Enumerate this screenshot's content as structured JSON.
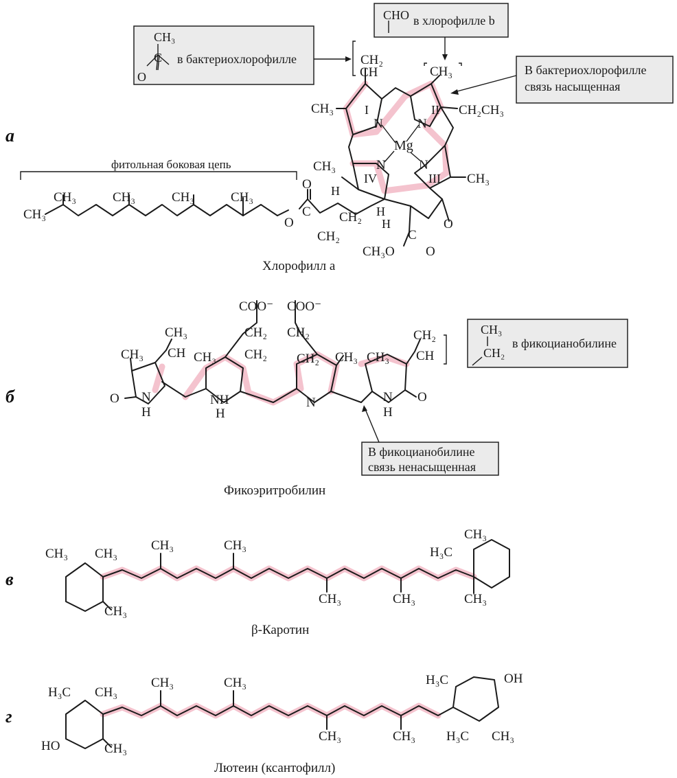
{
  "panels": {
    "a": "а",
    "b": "б",
    "v": "в",
    "g": "г"
  },
  "chlorophyll": {
    "title": "Хлорофилл a",
    "phytyl_label": "фитольная боковая цепь",
    "box_bacterio_acetyl": "в бактериохлорофилле",
    "box_cho_chem": "CHO",
    "box_cho_text": "в хлорофилле b",
    "box_saturated": [
      "В бактериохлорофилле",
      "связь насыщенная"
    ],
    "rings": [
      "I",
      "II",
      "III",
      "IV"
    ],
    "atoms": {
      "mg": "Mg",
      "n": "N",
      "ch3": "CH₃",
      "ch2": "CH₂",
      "ch": "CH",
      "ethyl": "CH₂CH₃",
      "h": "H",
      "o": "O",
      "c": "C",
      "ester": "CH₃O"
    }
  },
  "phycoerythrobilin": {
    "title": "Фикоэритробилин",
    "box_phycocyanobilin_text": "в фикоцианобилине",
    "box_unsaturated": [
      "В фикоцианобилине",
      "связь ненасыщенная"
    ],
    "atoms": {
      "coo": "COO⁻",
      "ch2": "CH₂",
      "ch3": "CH₃",
      "ch": "CH",
      "nh": "NH",
      "n": "N",
      "h": "H",
      "o": "O"
    }
  },
  "carotene": {
    "title": "β-Каротин",
    "atoms": {
      "ch3": "CH₃",
      "h3c": "H₃C"
    }
  },
  "lutein": {
    "title": "Лютеин (ксантофилл)",
    "atoms": {
      "ch3": "CH₃",
      "h3c": "H₃C",
      "oh": "OH",
      "ho": "HO"
    }
  }
}
